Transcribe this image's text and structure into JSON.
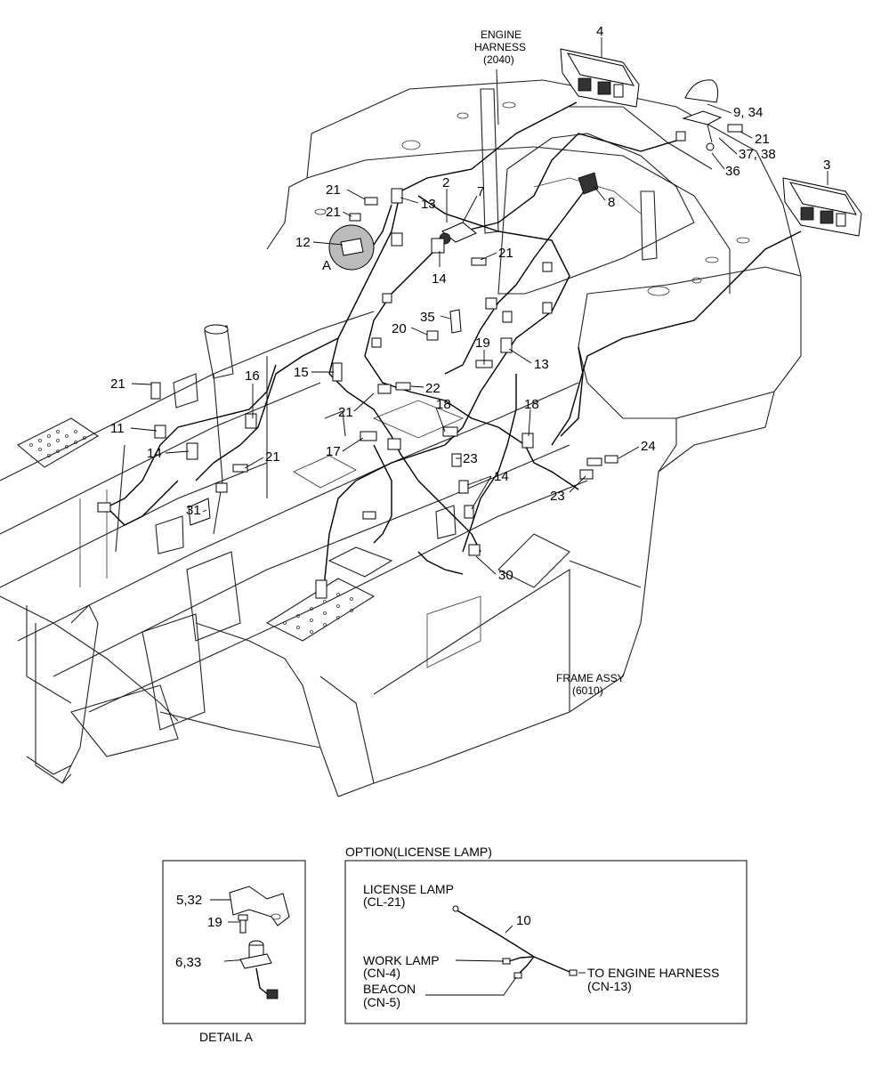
{
  "main_labels": {
    "engine_harness_line1": "ENGINE",
    "engine_harness_line2": "HARNESS",
    "engine_harness_line3": "(2040)",
    "frame_assy_line1": "FRAME ASSY",
    "frame_assy_line2": "(6010)"
  },
  "callouts": {
    "c4": "4",
    "c9_34": "9, 34",
    "c21a": "21",
    "c37_38": "37, 38",
    "c36": "36",
    "c3": "3",
    "c21b": "21",
    "c21c": "21",
    "c2": "2",
    "c7": "7",
    "c13a": "13",
    "c8": "8",
    "c12": "12",
    "cA": "A",
    "c21d": "21",
    "c14a": "14",
    "c35": "35",
    "c20": "20",
    "c19": "19",
    "c13b": "13",
    "c21e": "21",
    "c16": "16",
    "c15": "15",
    "c22": "22",
    "c21f": "21",
    "c18a": "18",
    "c18b": "18",
    "c11": "11",
    "c14b": "14",
    "c17": "17",
    "c23a": "23",
    "c24": "24",
    "c21g": "21",
    "c14c": "14",
    "c23b": "23",
    "c31": "31",
    "c30": "30"
  },
  "detail_a": {
    "caption": "DETAIL A",
    "c5_32": "5,32",
    "c19": "19",
    "c6_33": "6,33"
  },
  "option": {
    "title": "OPTION(LICENSE LAMP)",
    "license_lamp": "LICENSE LAMP",
    "license_lamp_code": "(CL-21)",
    "callout_10": "10",
    "work_lamp": "WORK LAMP",
    "work_lamp_code": "(CN-4)",
    "beacon": "BEACON",
    "beacon_code": "(CN-5)",
    "to_engine": "TO ENGINE HARNESS",
    "to_engine_code": "(CN-13)"
  }
}
